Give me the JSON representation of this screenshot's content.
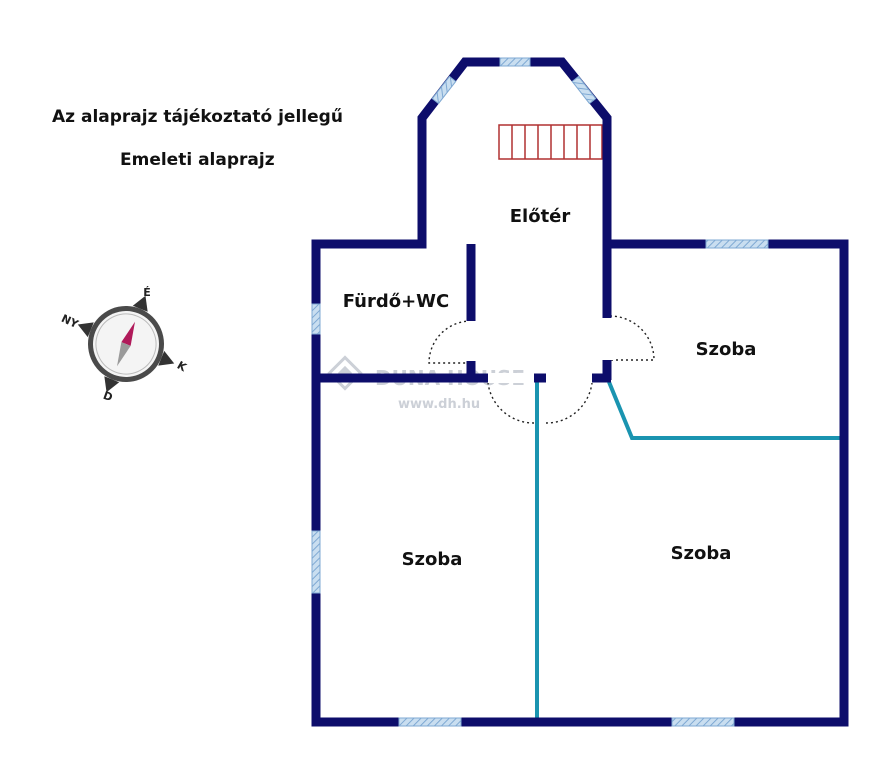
{
  "notes": {
    "disclaimer": "Az alaprajz tájékoztató jellegű",
    "floor": "Emeleti alaprajz"
  },
  "rooms": {
    "hall": "Előtér",
    "bathroom": "Fürdő+WC",
    "room_top_right": "Szoba",
    "room_bottom_left": "Szoba",
    "room_bottom_right": "Szoba"
  },
  "compass": {
    "north": "É",
    "east": "K",
    "south": "D",
    "west": "NY"
  },
  "watermark": {
    "brand": "DUNA HOUSE",
    "url": "www.dh.hu"
  },
  "colors": {
    "wall": "#0d0d6b",
    "partition": "#1a94b0",
    "stairs": "#b03030",
    "window": "#9fc3e0"
  }
}
